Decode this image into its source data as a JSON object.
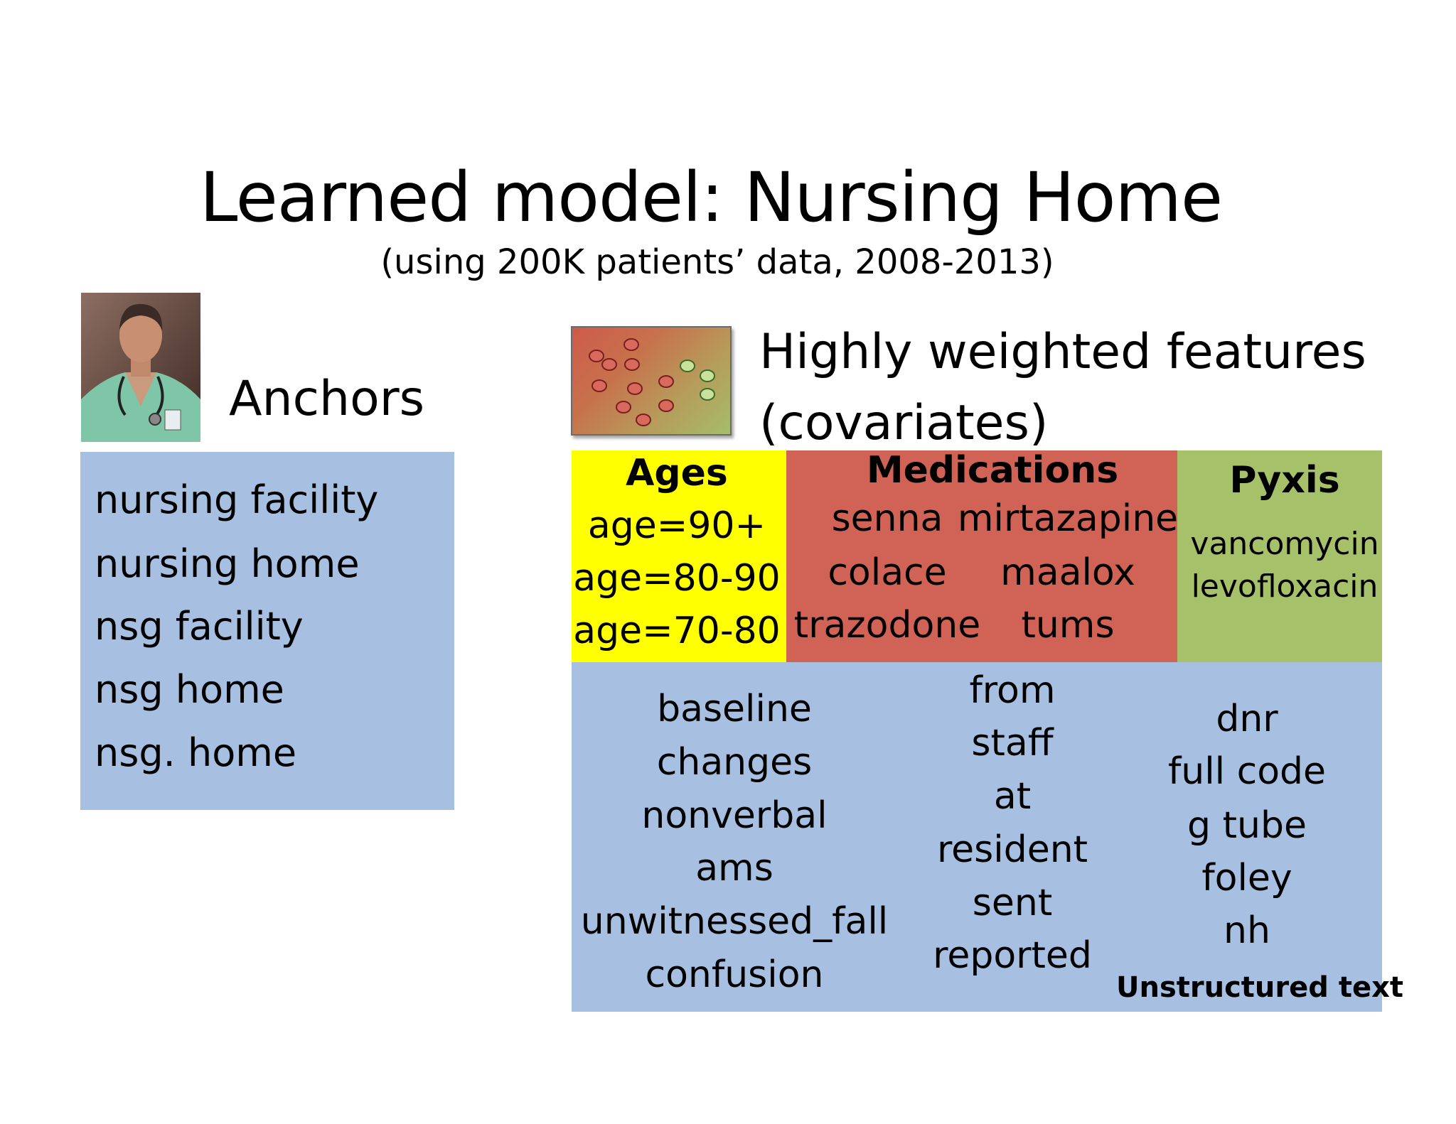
{
  "slide": {
    "title": "Learned model: Nursing Home",
    "subtitle": "(using 200K patients’ data, 2008-2013)"
  },
  "anchors": {
    "heading": "Anchors",
    "items": [
      "nursing facility",
      "nursing home",
      "nsg facility",
      "nsg home",
      "nsg. home"
    ]
  },
  "features": {
    "heading_line1": "Highly weighted features",
    "heading_line2": "(covariates)",
    "ages": {
      "heading": "Ages",
      "items": [
        "age=90+",
        "age=80-90",
        "age=70-80"
      ]
    },
    "medications": {
      "heading": "Medications",
      "items": [
        "senna",
        "mirtazapine",
        "colace",
        "maalox",
        "trazodone",
        "tums"
      ]
    },
    "pyxis": {
      "heading": "Pyxis",
      "items": [
        "vancomycin",
        "levofloxacin"
      ]
    },
    "unstructured": {
      "label": "Unstructured text",
      "column1": [
        "baseline",
        "changes",
        "nonverbal",
        "ams",
        "unwitnessed_fall",
        "confusion"
      ],
      "column2": [
        "from",
        "staff",
        "at",
        "resident",
        "sent",
        "reported"
      ],
      "column3": [
        "dnr",
        "full code",
        "g tube",
        "foley",
        "nh"
      ]
    }
  },
  "colors": {
    "anchor_box": "#a7bfe1",
    "ages": "#ffff00",
    "medications": "#d06356",
    "pyxis": "#a6c169",
    "unstructured": "#a7bfe1"
  },
  "icons": {
    "photo": "doctor-photo",
    "features": "feature-dots-icon"
  }
}
